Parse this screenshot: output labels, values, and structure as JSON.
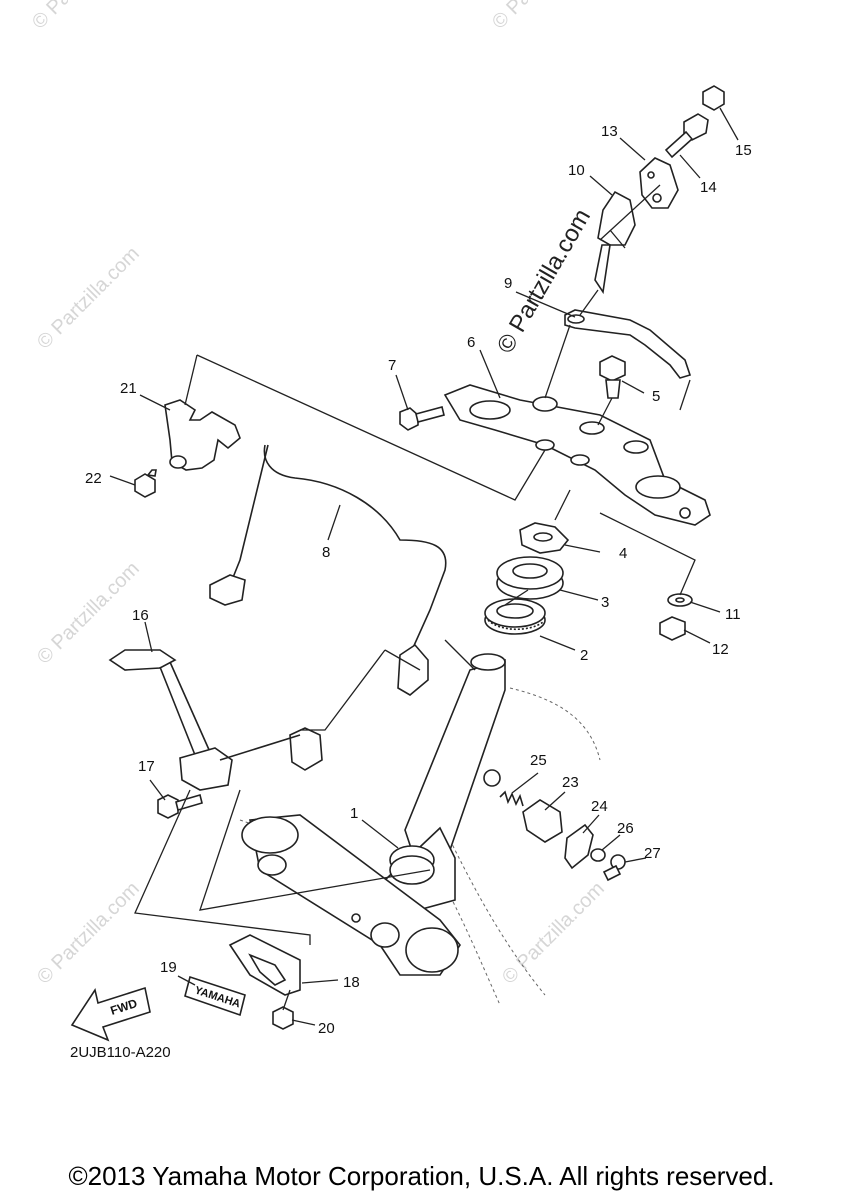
{
  "parts": [
    "1",
    "2",
    "3",
    "4",
    "5",
    "6",
    "7",
    "8",
    "9",
    "10",
    "11",
    "12",
    "13",
    "14",
    "15",
    "16",
    "17",
    "18",
    "19",
    "20",
    "21",
    "22",
    "23",
    "24",
    "25",
    "26",
    "27"
  ],
  "watermark": {
    "main": "© Partzilla.com",
    "repeat": "© Partzilla.com"
  },
  "labels": {
    "fwd": "FWD",
    "yamaha": "YAMAHA"
  },
  "diagram_code": "2UJB110-A220",
  "copyright": "©2013 Yamaha Motor Corporation, U.S.A. All rights reserved."
}
